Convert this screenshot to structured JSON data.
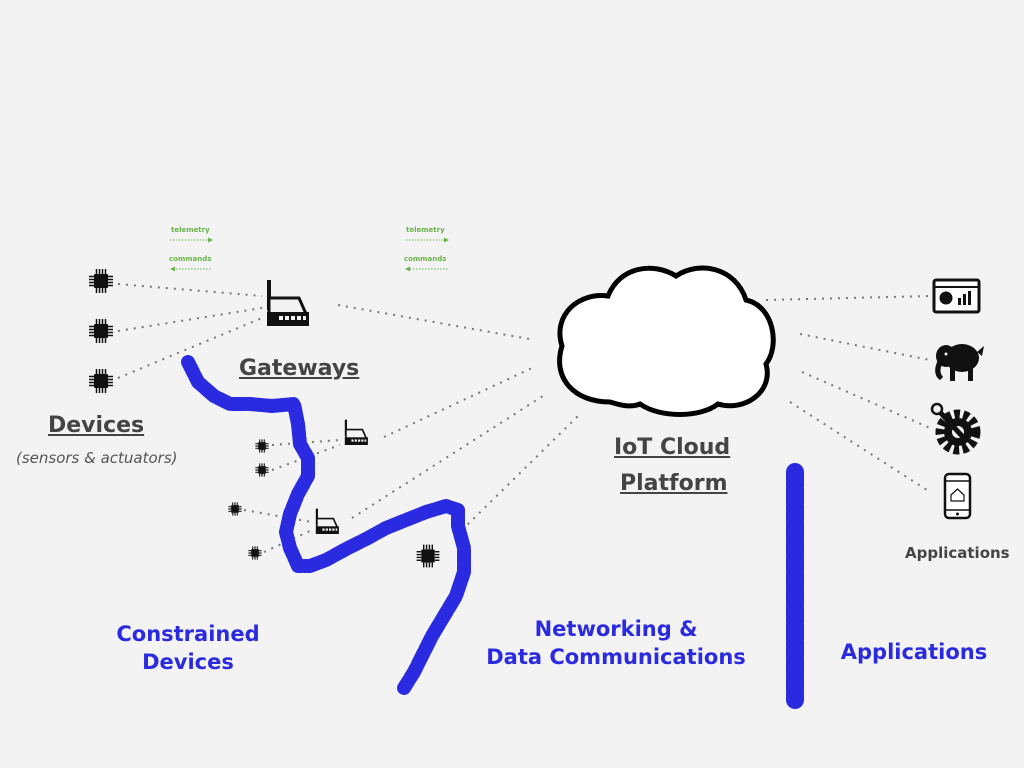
{
  "labels": {
    "devices": "Devices",
    "devices_sub": "(sensors & actuators)",
    "gateways": "Gateways",
    "cloud_line1": "IoT Cloud",
    "cloud_line2": "Platform",
    "applications_small": "Applications",
    "telemetry_1": "telemetry",
    "commands_1": "commands",
    "telemetry_2": "telemetry",
    "commands_2": "commands"
  },
  "annotations": {
    "constrained_line1": "Constrained",
    "constrained_line2": "Devices",
    "networking_line1": "Networking &",
    "networking_line2": "Data Communications",
    "applications": "Applications"
  },
  "colors": {
    "background": "#f3f3f3",
    "icon": "#111111",
    "connector": "#777777",
    "label_dark": "#444444",
    "flow_green": "#6ab34a",
    "annotation_blue": "#2a2ae0"
  },
  "icons": {
    "devices": [
      "chip-icon",
      "chip-icon",
      "chip-icon"
    ],
    "gateways": [
      "router-icon",
      "router-icon",
      "router-icon"
    ],
    "constrained_devices": [
      "chip-icon",
      "chip-icon",
      "chip-icon",
      "chip-icon",
      "chip-icon"
    ],
    "cloud": "cloud-icon",
    "applications": [
      "dashboard-icon",
      "elephant-icon",
      "gear-wrench-icon",
      "mobile-app-icon"
    ]
  }
}
